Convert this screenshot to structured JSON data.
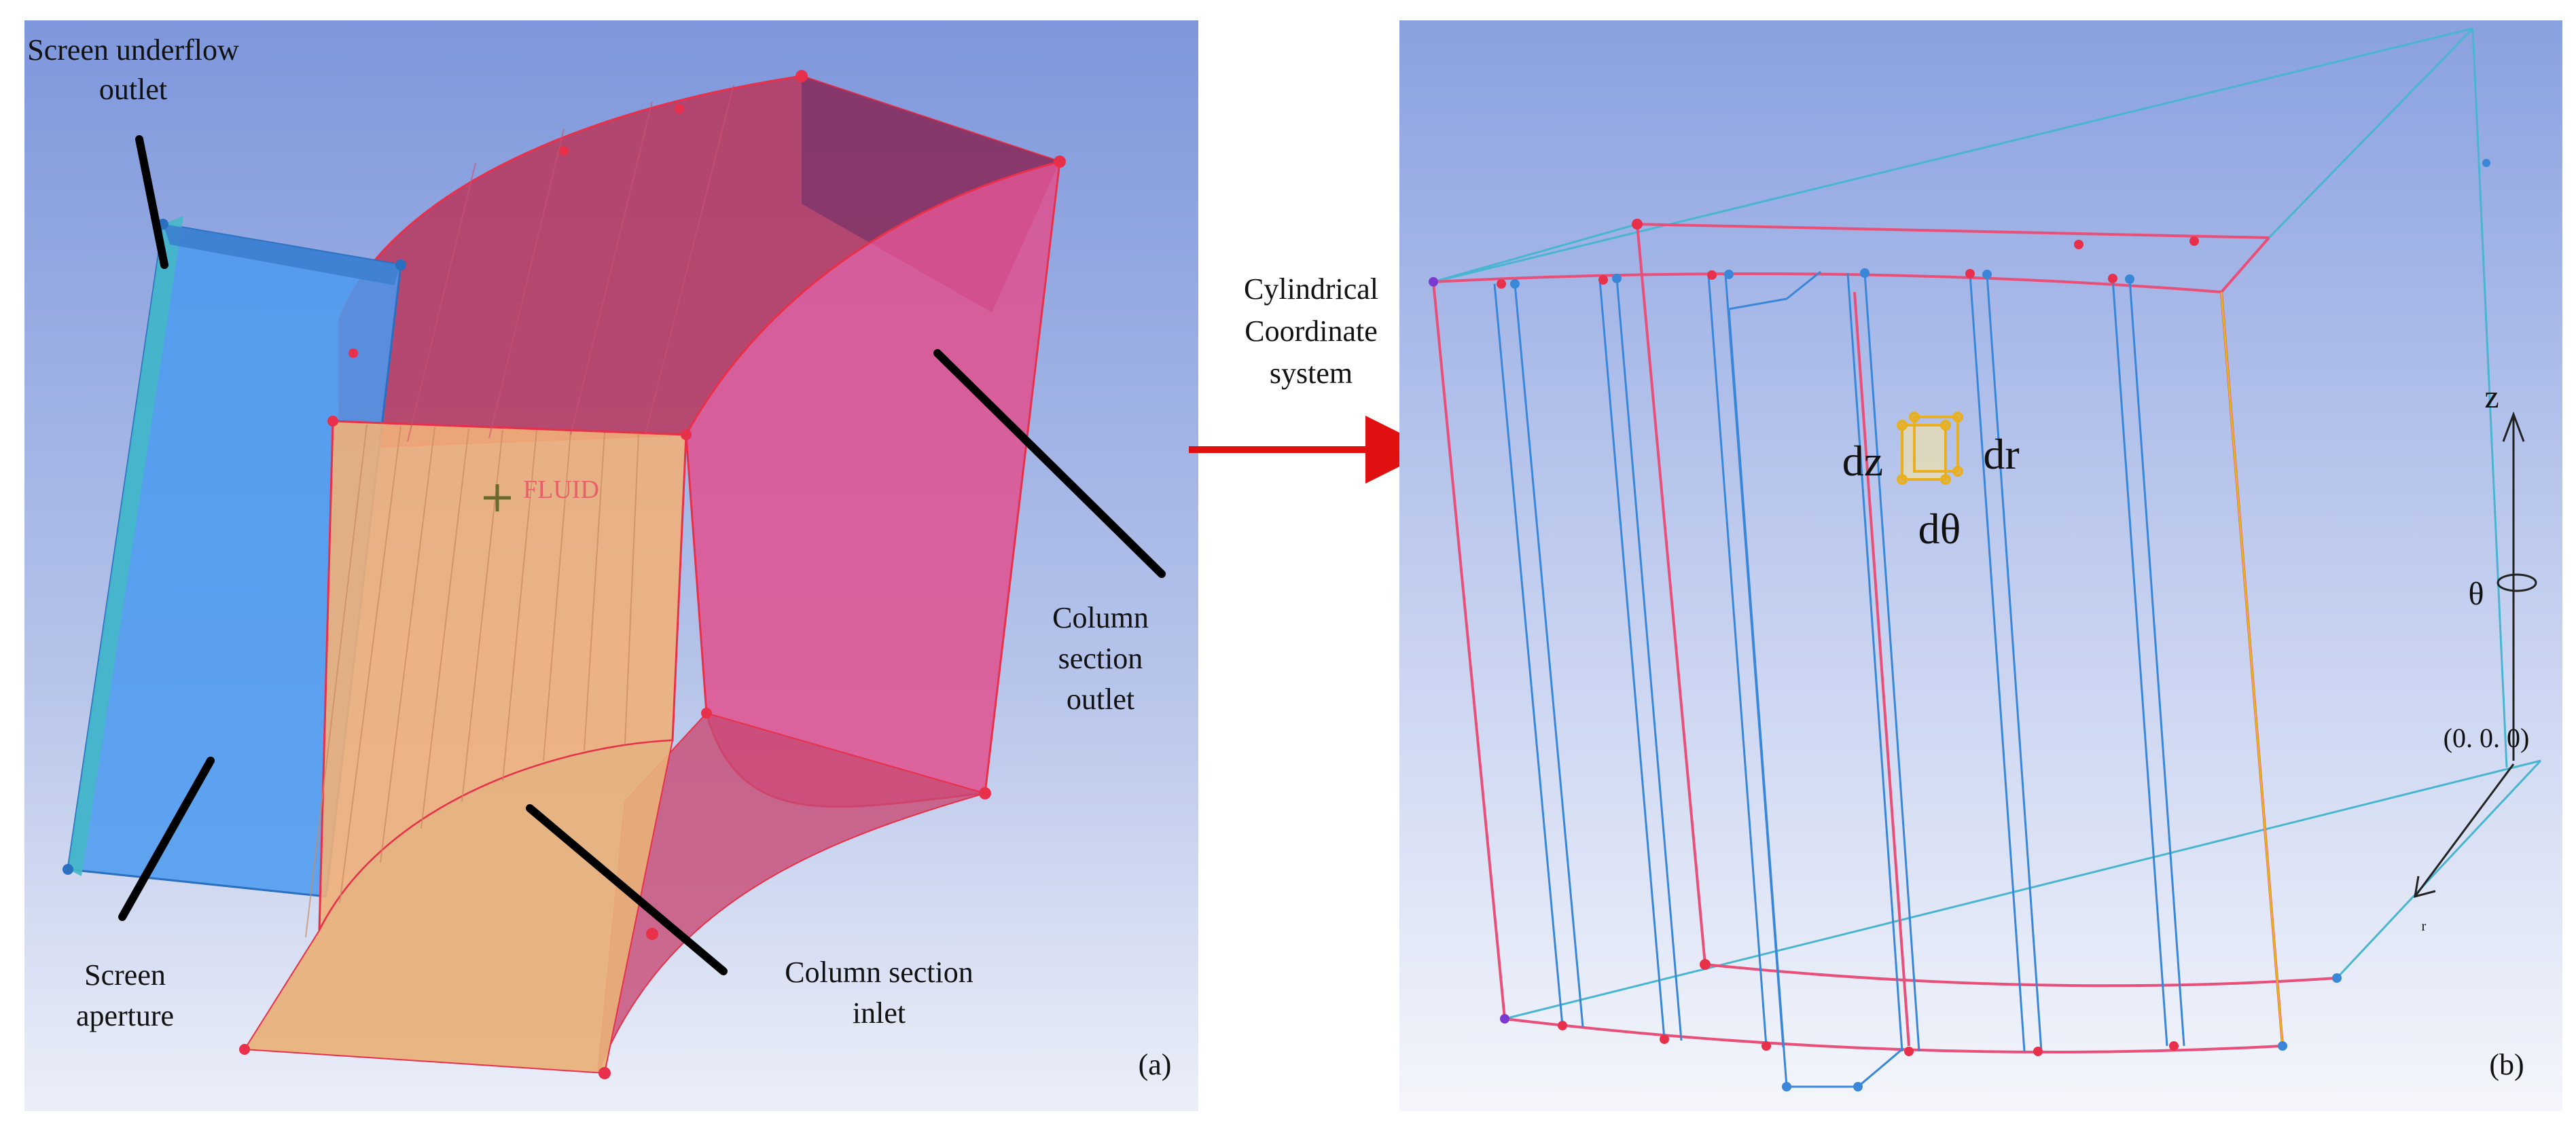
{
  "panel_a": {
    "labels": {
      "screen_underflow_outlet": [
        "Screen underflow",
        "outlet"
      ],
      "screen_aperture": [
        "Screen",
        "aperture"
      ],
      "column_section_outlet": [
        "Column",
        "section",
        "outlet"
      ],
      "column_section_inlet": [
        "Column section",
        "inlet"
      ],
      "fluid": "FLUID",
      "panel_label": "(a)"
    },
    "colors": {
      "background_top": "#7e97dc",
      "background_bottom": "#eceff8",
      "screen_blue": "#4a9af0",
      "inlet_orange": "#f0b07a",
      "column_red": "#c2305a",
      "outlet_pink": "#e0508e",
      "vertex_red": "#e8304a"
    }
  },
  "arrow": {
    "label": [
      "Cylindrical",
      "Coordinate",
      "system"
    ],
    "color": "#e01010"
  },
  "panel_b": {
    "labels": {
      "dz": "dz",
      "dr": "dr",
      "dtheta": "dθ",
      "axis_z": "z",
      "axis_theta": "θ",
      "origin": "(0. 0. 0)",
      "axis_r": "r",
      "panel_label": "(b)"
    },
    "colors": {
      "background_top": "#8aa1e0",
      "background_bottom": "#f4f6fb",
      "frame_red": "#e8507a",
      "frame_blue": "#3a86d8",
      "frame_cyan": "#4ab5d0",
      "element_yellow": "#e8b020"
    }
  }
}
